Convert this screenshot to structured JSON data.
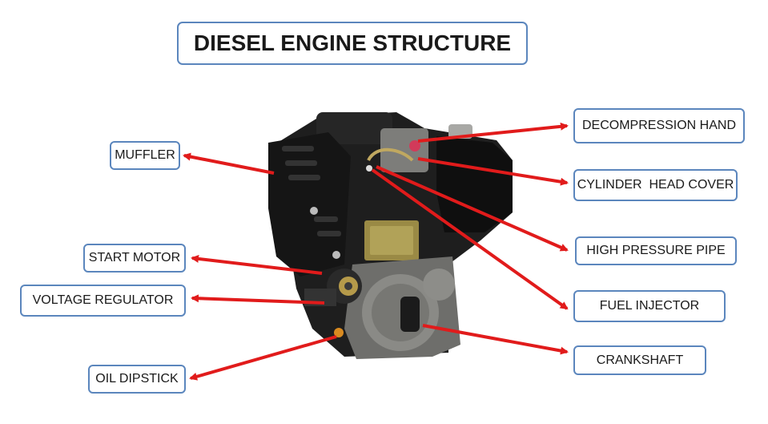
{
  "title": "DIESEL ENGINE STRUCTURE",
  "labels": {
    "muffler": "MUFFLER",
    "start_motor": "START MOTOR",
    "voltage_regulator": "VOLTAGE REGULATOR",
    "oil_dipstick": "OIL DIPSTICK",
    "decompression_hand": "DECOMPRESSION HAND",
    "cylinder_head_cover": "CYLINDER  HEAD COVER",
    "high_pressure_pipe": "HIGH PRESSURE PIPE",
    "fuel_injector": "FUEL INJECTOR",
    "crankshaft": "CRANKSHAFT"
  },
  "colors": {
    "arrow": "#e11b1b",
    "box_border": "#5b86bd",
    "engine_body": "#1c1c1c",
    "brass": "#9a8a45"
  }
}
